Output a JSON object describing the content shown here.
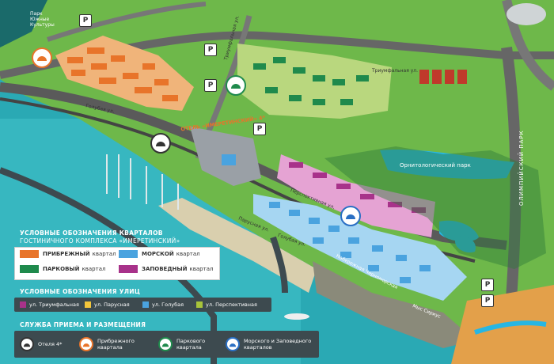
{
  "map": {
    "place_labels": {
      "south_culture_park": "Парк Южные Культуры",
      "ornithological_park": "Орнитологический парк",
      "olympic_park": "ОЛИМПИЙСКИЙ ПАРК",
      "hotel_sign": "ОТЕЛЬ «ИМЕРЕТИНСКИЙ» 4*"
    },
    "street_labels": {
      "golubaya_1": "Голубая ул.",
      "golubaya_2": "Голубая ул.",
      "triumfalnaya_1": "Триумфальная ул.",
      "triumfalnaya_2": "Триумфальная ул.",
      "perspektivnaya": "Перспективная ул.",
      "parusnaya": "Парусная ул.",
      "embankment": "Набережная Черноморская",
      "cape_sirius": "Мыс Сириус"
    },
    "parking_label": "P"
  },
  "legend": {
    "quarters_title_line1": "УСЛОВНЫЕ ОБОЗНАЧЕНИЯ КВАРТАЛОВ",
    "quarters_title_line2": "ГОСТИНИЧНОГО КОМПЛЕКСА «ИМЕРЕТИНСКИЙ»",
    "quarters": [
      {
        "name": "ПРИБРЕЖНЫЙ",
        "suffix": "квартал",
        "color": "#e8742a"
      },
      {
        "name": "МОРСКОЙ",
        "suffix": "квартал",
        "color": "#4aa3df"
      },
      {
        "name": "ПАРКОВЫЙ",
        "suffix": "квартал",
        "color": "#1f8a4c"
      },
      {
        "name": "ЗАПОВЕДНЫЙ",
        "suffix": "квартал",
        "color": "#a8328a"
      }
    ],
    "streets_title": "УСЛОВНЫЕ ОБОЗНАЧЕНИЯ УЛИЦ",
    "streets": [
      {
        "label": "ул. Триумфальная",
        "color": "#a8328a"
      },
      {
        "label": "ул. Парусная",
        "color": "#f3c63b"
      },
      {
        "label": "ул. Голубая",
        "color": "#4aa3df"
      },
      {
        "label": "ул. Перспективная",
        "color": "#a8c43a"
      }
    ],
    "reception_title": "СЛУЖБА ПРИЕМА И РАЗМЕЩЕНИЯ",
    "reception": [
      {
        "label": "Отеля 4*",
        "color": "#333333"
      },
      {
        "label": "Прибрежного квартала",
        "color": "#e8742a"
      },
      {
        "label": "Паркового квартала",
        "color": "#1f8a4c"
      },
      {
        "label": "Морского и Заповедного кварталов",
        "color": "#2a6fc4"
      }
    ]
  }
}
